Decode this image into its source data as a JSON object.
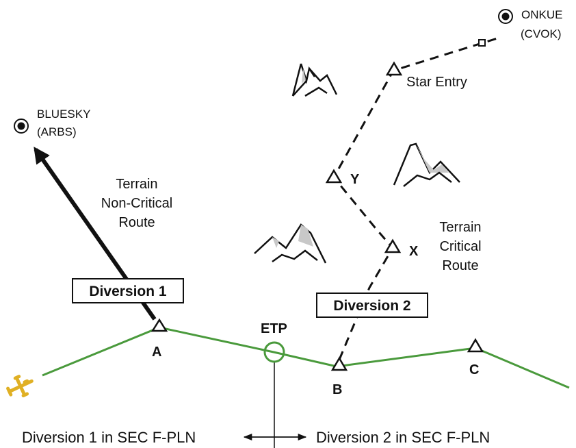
{
  "colors": {
    "flight_plan": "#4a9a3c",
    "mountain_shade": "#c8c8c8",
    "aircraft": "#e0b024",
    "ink": "#111111"
  },
  "waypoints": {
    "A": "A",
    "B": "B",
    "C": "C",
    "X": "X",
    "Y": "Y",
    "etp": "ETP",
    "star_entry": "Star Entry"
  },
  "airports": {
    "bluesky_name": "BLUESKY",
    "bluesky_code": "(ARBS)",
    "onkue_name": "ONKUE",
    "onkue_code": "(CVOK)"
  },
  "routes": {
    "noncritical_line1": "Terrain",
    "noncritical_line2": "Non-Critical",
    "noncritical_line3": "Route",
    "critical_line1": "Terrain",
    "critical_line2": "Critical",
    "critical_line3": "Route"
  },
  "boxes": {
    "diversion1": "Diversion 1",
    "diversion2": "Diversion 2"
  },
  "bottom": {
    "left": "Diversion 1 in SEC F-PLN",
    "right": "Diversion 2 in SEC F-PLN"
  },
  "icons": [
    "airport-icon",
    "waypoint-triangle-icon",
    "mountain-icon",
    "aircraft-icon",
    "etp-circle-icon"
  ]
}
